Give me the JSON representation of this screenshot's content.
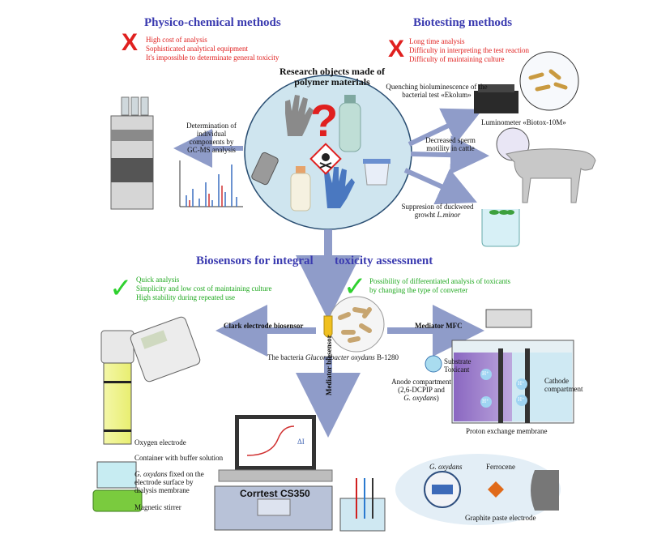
{
  "headings": {
    "physico": "Physico-chemical methods",
    "biotesting": "Biotesting methods",
    "biosensors_left": "Biosensors for integral",
    "biosensors_right": "toxicity assessment"
  },
  "physico_cons": [
    "High cost of analysis",
    "Sophisticated analytical equipment",
    "It's impossible to determinate general toxicity"
  ],
  "biotesting_cons": [
    "Long time analysis",
    "Difficulty in interpreting the test reaction",
    "Difficulty of maintaining culture"
  ],
  "biosensor_pros_left": [
    "Quick analysis",
    "Simplicity and low cost of maintaining culture",
    "High stability during repeated use"
  ],
  "biosensor_pros_right": [
    "Possibility of differentiated analysis of toxicants",
    "by changing the type of converter"
  ],
  "center": {
    "title_line1": "Research objects made of",
    "title_line2": "polymer materials"
  },
  "gcms": {
    "line1": "Determination of",
    "line2": "individual",
    "line3": "components by",
    "line4": "GC-MS analysis"
  },
  "biotests": {
    "ekolum_line1": "Quenching bioluminescence of the",
    "ekolum_line2": "bacterial test «Ekolum»",
    "luminometer": "Luminometer «Biotox-10M»",
    "sperm_line1": "Decreased sperm",
    "sperm_line2": "motility in cattle",
    "duckweed_line1": "Suppresion of duckweed",
    "duckweed_line2_prefix": "growht ",
    "duckweed_line2_species": "L.minor"
  },
  "bacteria": {
    "prefix": "The bacteria ",
    "species": "Gluconobacter oxydans",
    "suffix": " B-1280"
  },
  "flows": {
    "clark": "Clark electrode biosensor",
    "mfc": "Mediator MFC",
    "mediator": "Mediator biosensor"
  },
  "mfc": {
    "substrate": "Substrate",
    "toxicant": "Toxicant",
    "anode_line1": "Anode compartment",
    "anode_line2": "(2,6-DCPIP and",
    "anode_line3_species": "G. oxydans",
    "anode_line3_suffix": ")",
    "cathode_line1": "Cathode",
    "cathode_line2": "compartment",
    "membrane": "Proton exchange membrane",
    "proton": "H⁺"
  },
  "clark": {
    "oxygen": "Oxygen electrode",
    "buffer": "Container with buffer solution",
    "gox_species": "G. oxydans",
    "gox_rest1": " fixed on the",
    "gox_line2": "electrode surface by",
    "gox_line3": "dialysis membrane",
    "stirrer": "Magnetic stirrer"
  },
  "potentiostat": {
    "label": "Corrtest CS350",
    "delta": "ΔI"
  },
  "electrode": {
    "gox": "G. oxydans",
    "ferrocene": "Ferrocene",
    "graphite": "Graphite paste electrode"
  },
  "colors": {
    "heading": "#3b3bb0",
    "negative": "#e0201f",
    "positive": "#1fa81f",
    "arrow": "#8f9cc9",
    "center_circle": "#cfe5ef"
  },
  "icons": [
    "x-mark-icon",
    "check-mark-icon",
    "gloves-icon",
    "bottle-icon",
    "phone-icon",
    "baby-bottle-icon",
    "hazard-icon",
    "question-mark-icon",
    "cow-icon",
    "duckweed-icon",
    "bacteria-icon",
    "test-tube-icon"
  ]
}
